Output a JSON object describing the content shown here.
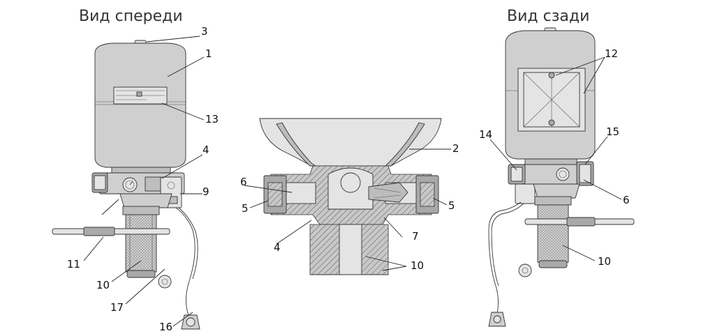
{
  "titles": {
    "front": "Вид спереди",
    "rear": "Вид сзади"
  },
  "callouts": {
    "front": [
      "3",
      "1",
      "13",
      "4",
      "9",
      "11",
      "10",
      "17",
      "16"
    ],
    "section": [
      "2",
      "6",
      "5",
      "4",
      "7",
      "10",
      "5"
    ],
    "rear": [
      "12",
      "14",
      "15",
      "6",
      "10"
    ]
  },
  "colors": {
    "body": "#cfcfcf",
    "outline": "#333333",
    "background": "#ffffff"
  }
}
